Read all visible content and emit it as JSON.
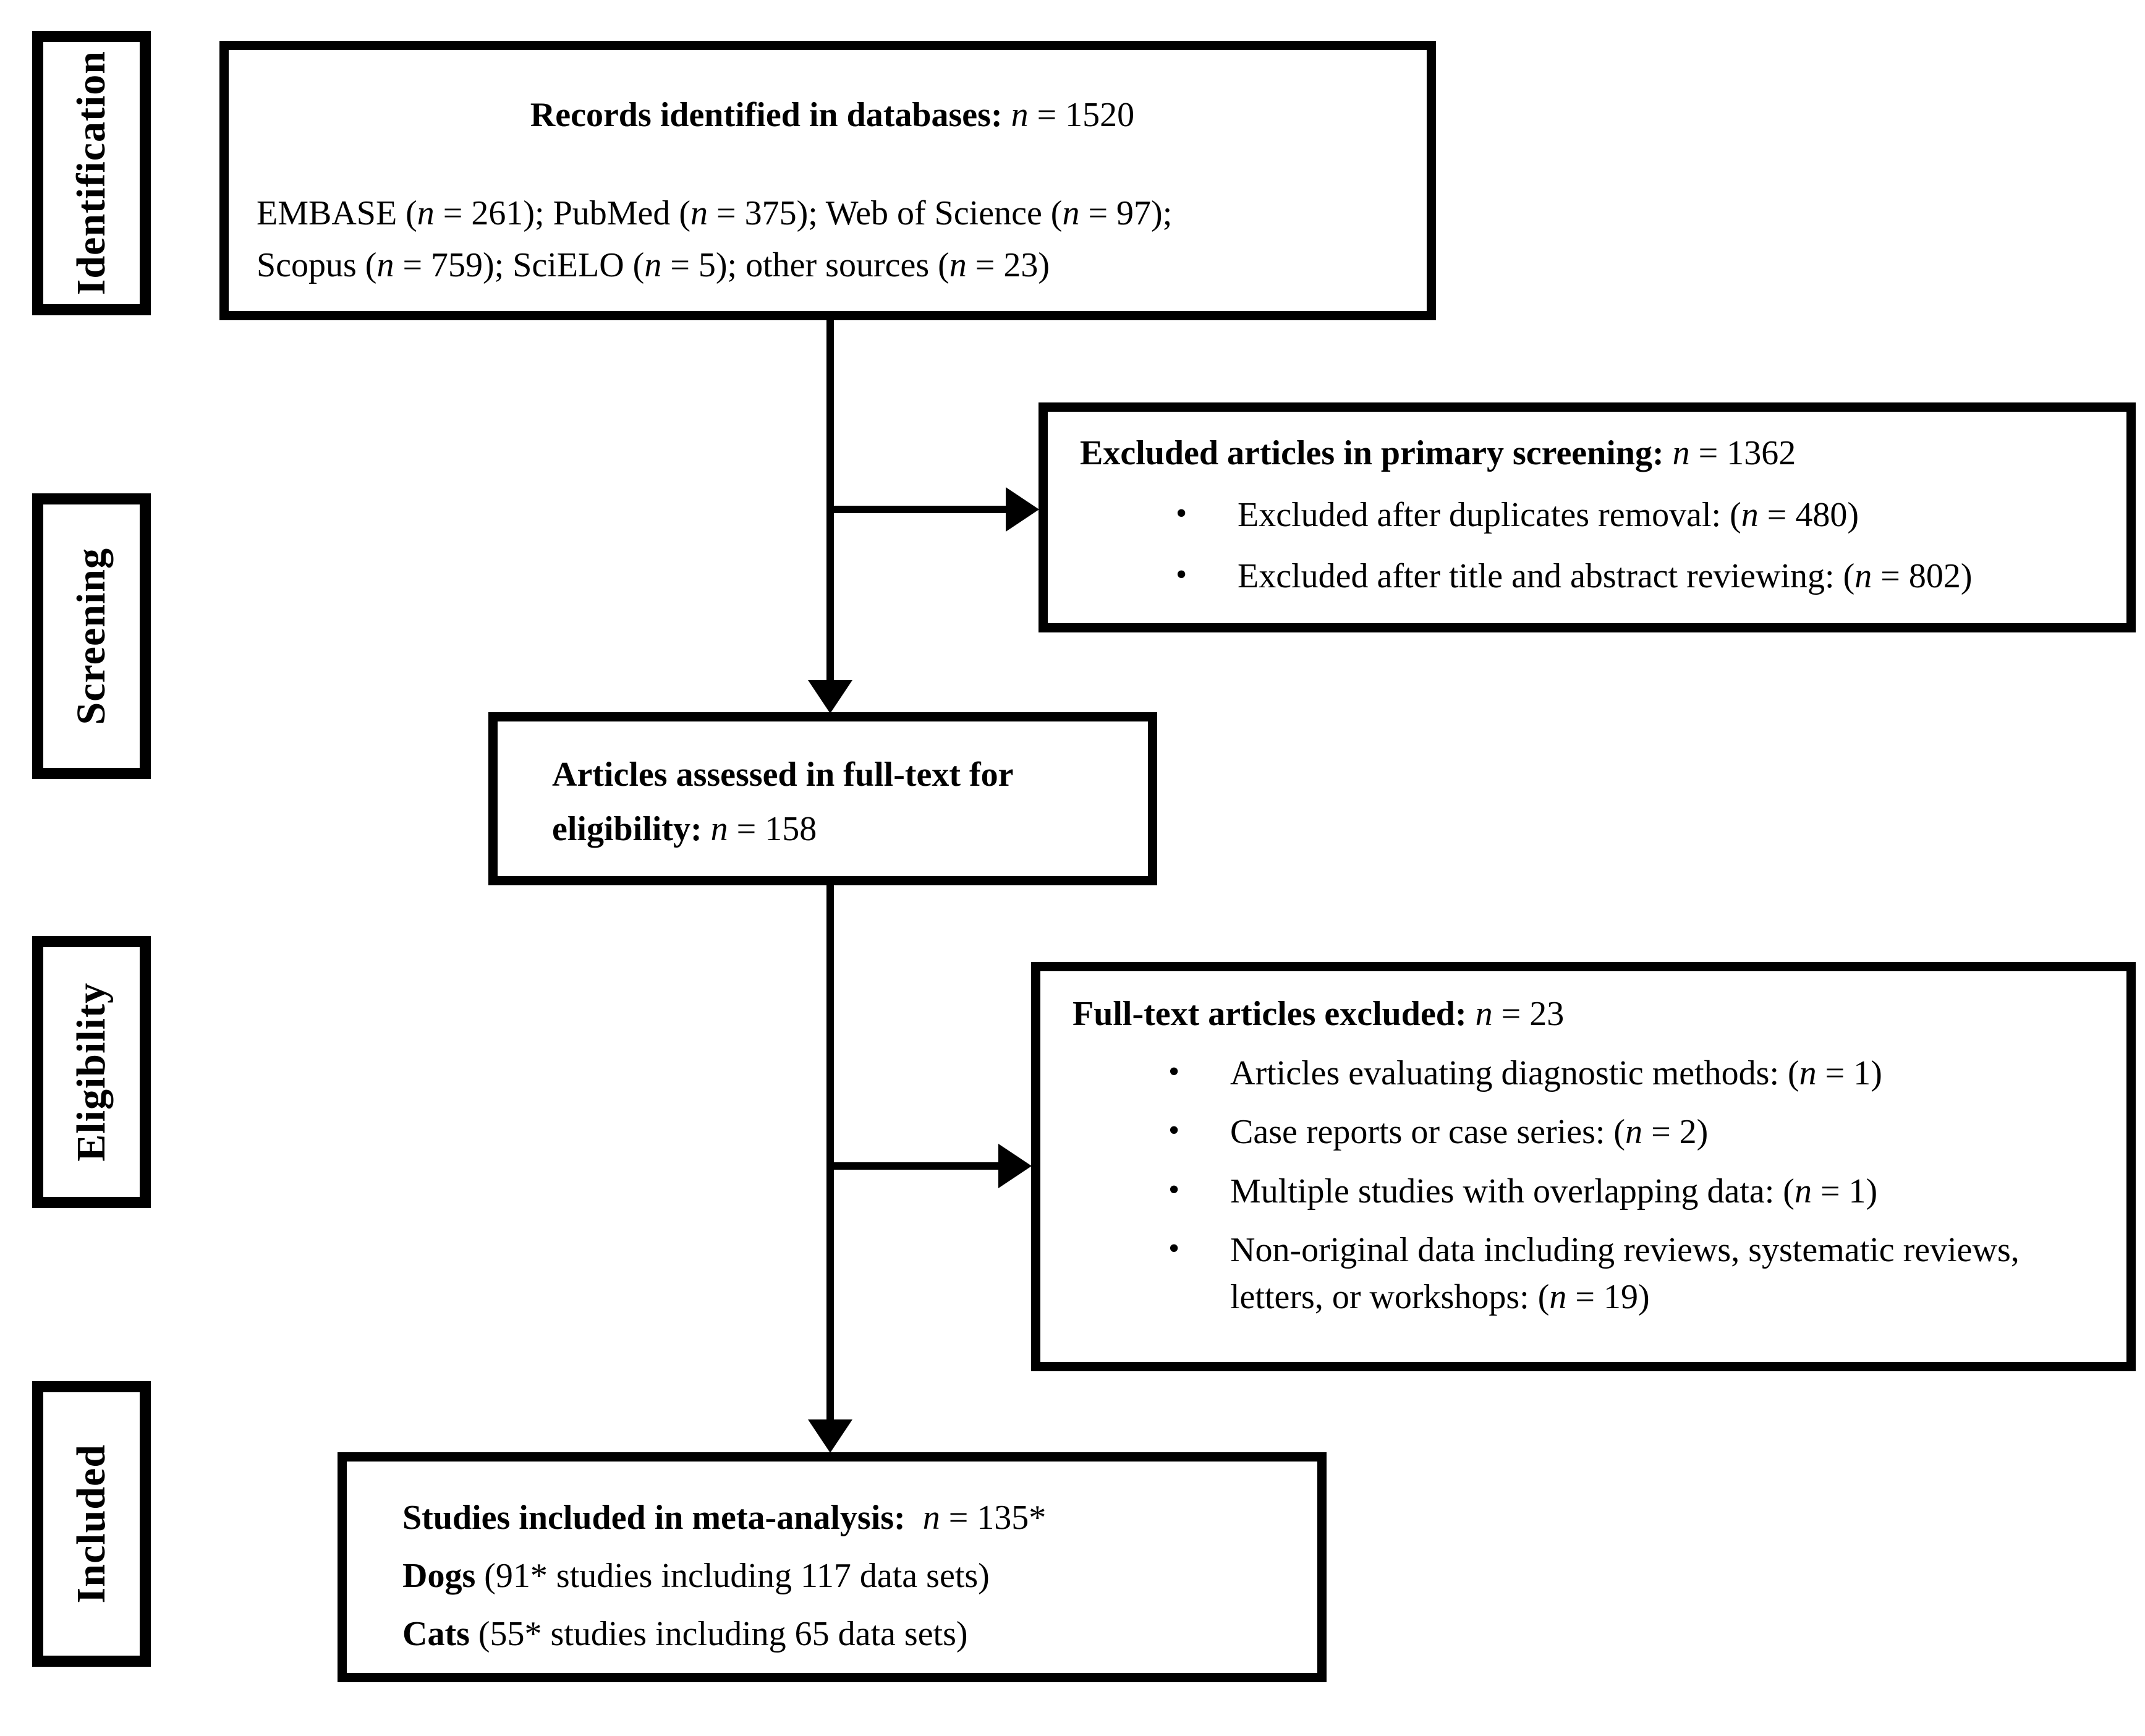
{
  "diagram": {
    "bullet_char": "•",
    "sidebar": {
      "labels": [
        "Identification",
        "Screening",
        "Eligibility",
        "Included"
      ]
    },
    "records": {
      "title": [
        {
          "t": "Records identified in databases: ",
          "s": "b"
        },
        {
          "t": "n",
          "s": "i"
        },
        {
          "t": " = 1520",
          "s": "r"
        }
      ],
      "lines": [
        [
          {
            "t": "EMBASE (",
            "s": "r"
          },
          {
            "t": "n",
            "s": "i"
          },
          {
            "t": " = 261); PubMed (",
            "s": "r"
          },
          {
            "t": "n",
            "s": "i"
          },
          {
            "t": " = 375); Web of Science (",
            "s": "r"
          },
          {
            "t": "n",
            "s": "i"
          },
          {
            "t": " = 97);",
            "s": "r"
          }
        ],
        [
          {
            "t": "Scopus (",
            "s": "r"
          },
          {
            "t": "n",
            "s": "i"
          },
          {
            "t": " = 759); SciELO (",
            "s": "r"
          },
          {
            "t": "n",
            "s": "i"
          },
          {
            "t": " = 5); other sources (",
            "s": "r"
          },
          {
            "t": "n",
            "s": "i"
          },
          {
            "t": " = 23)",
            "s": "r"
          }
        ]
      ]
    },
    "excluded_primary": {
      "title": [
        {
          "t": "Excluded articles in primary screening: ",
          "s": "b"
        },
        {
          "t": "n",
          "s": "i"
        },
        {
          "t": " = 1362",
          "s": "r"
        }
      ],
      "bullets": [
        [
          {
            "t": "Excluded after duplicates removal: (",
            "s": "r"
          },
          {
            "t": "n",
            "s": "i"
          },
          {
            "t": " = 480)",
            "s": "r"
          }
        ],
        [
          {
            "t": "Excluded after title and abstract reviewing: (",
            "s": "r"
          },
          {
            "t": "n",
            "s": "i"
          },
          {
            "t": " = 802)",
            "s": "r"
          }
        ]
      ]
    },
    "assessed": {
      "lines": [
        [
          {
            "t": "Articles assessed in full-text for",
            "s": "b"
          }
        ],
        [
          {
            "t": "eligibility: ",
            "s": "b"
          },
          {
            "t": "n",
            "s": "i"
          },
          {
            "t": " = 158",
            "s": "r"
          }
        ]
      ]
    },
    "fulltext_excluded": {
      "title": [
        {
          "t": "Full-text articles excluded: ",
          "s": "b"
        },
        {
          "t": "n",
          "s": "i"
        },
        {
          "t": " = 23",
          "s": "r"
        }
      ],
      "bullets": [
        [
          {
            "t": "Articles evaluating diagnostic methods: (",
            "s": "r"
          },
          {
            "t": "n",
            "s": "i"
          },
          {
            "t": " = 1)",
            "s": "r"
          }
        ],
        [
          {
            "t": "Case reports or case series: (",
            "s": "r"
          },
          {
            "t": "n",
            "s": "i"
          },
          {
            "t": " = 2)",
            "s": "r"
          }
        ],
        [
          {
            "t": "Multiple studies with overlapping data: (",
            "s": "r"
          },
          {
            "t": "n",
            "s": "i"
          },
          {
            "t": " = 1)",
            "s": "r"
          }
        ],
        [
          {
            "t": "Non-original data including reviews, systematic reviews, letters, or workshops: (",
            "s": "r"
          },
          {
            "t": "n",
            "s": "i"
          },
          {
            "t": " = 19)",
            "s": "r"
          }
        ]
      ]
    },
    "included": {
      "lines": [
        [
          {
            "t": "Studies included in meta-analysis:  ",
            "s": "b"
          },
          {
            "t": "n",
            "s": "i"
          },
          {
            "t": " = 135*",
            "s": "r"
          }
        ],
        [
          {
            "t": "Dogs",
            "s": "b"
          },
          {
            "t": " (91* studies including 117 data sets)",
            "s": "r"
          }
        ],
        [
          {
            "t": "Cats",
            "s": "b"
          },
          {
            "t": " (55* studies including 65 data sets)",
            "s": "r"
          }
        ]
      ]
    }
  }
}
